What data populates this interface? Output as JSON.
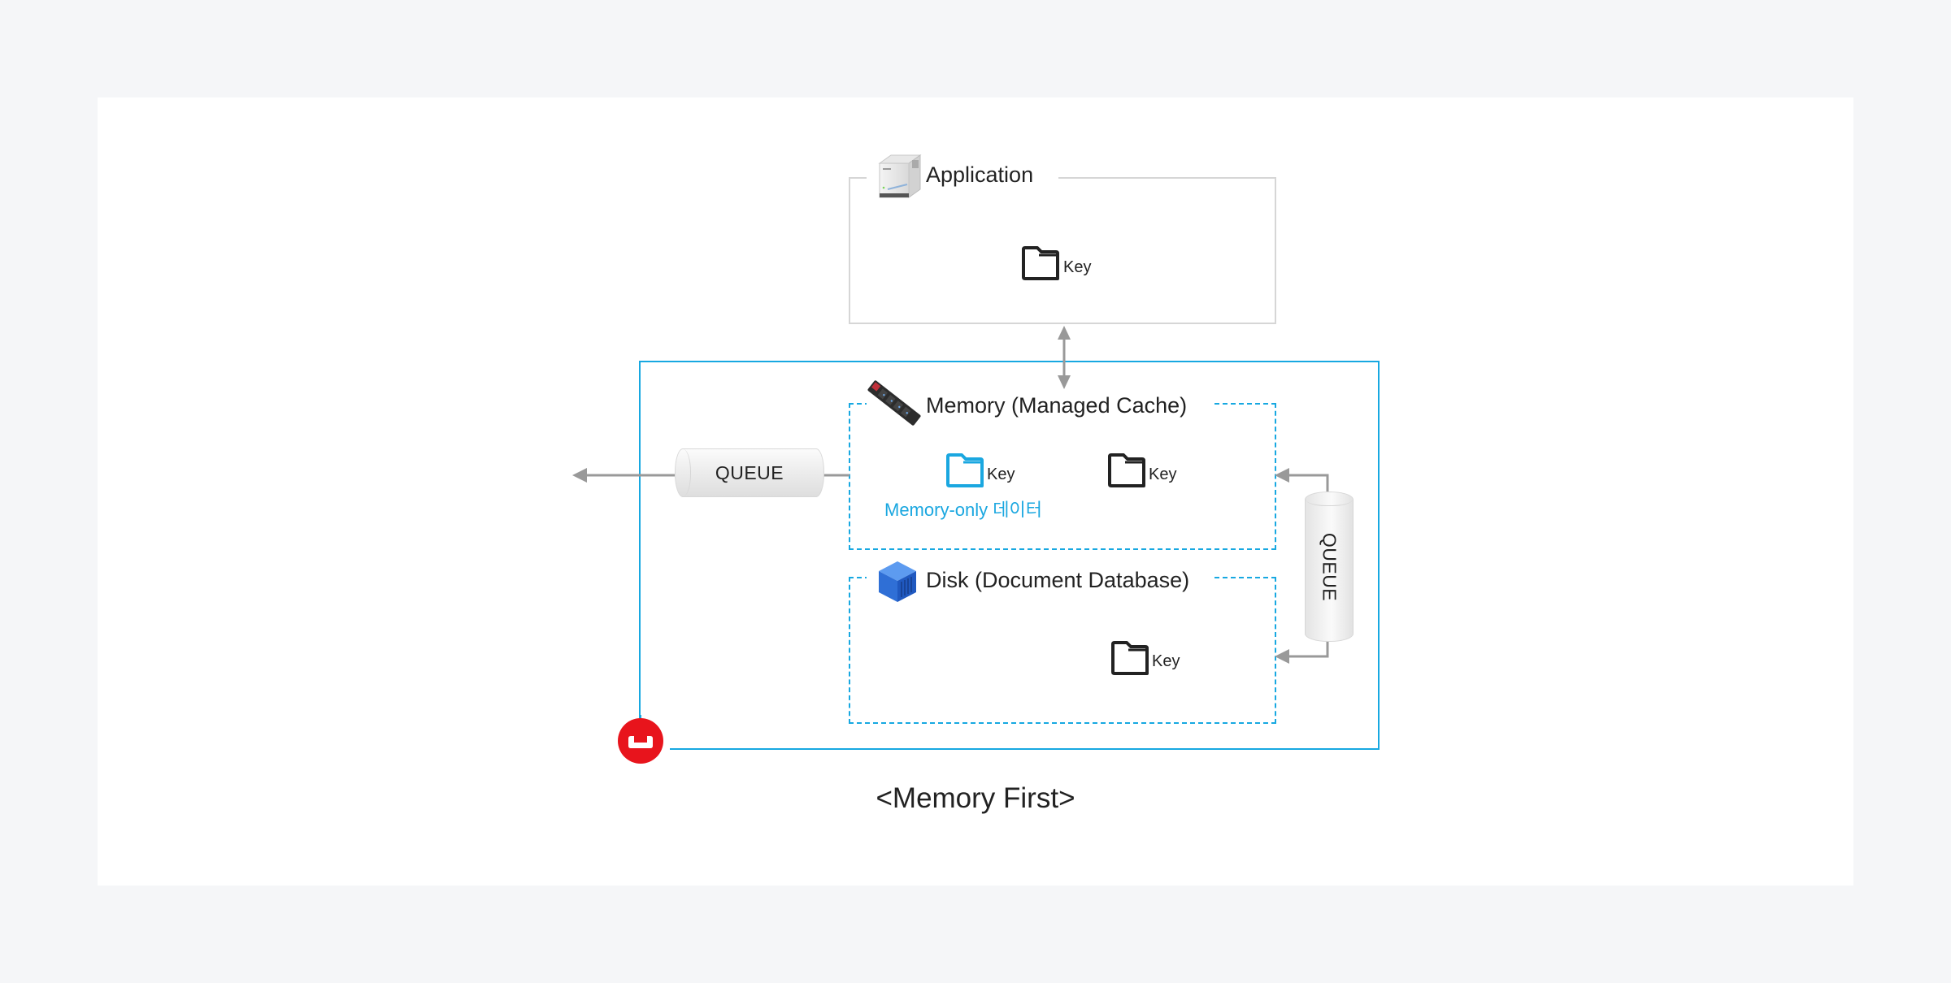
{
  "diagram": {
    "caption": "<Memory First>",
    "accent_color": "#17a8e1",
    "logo_color": "#e8141c",
    "application": {
      "title": "Application",
      "icon": "server-icon",
      "key_label": "Key"
    },
    "memory": {
      "title": "Memory (Managed Cache)",
      "icon": "memory-module-icon",
      "keys": [
        {
          "label": "Key",
          "style": "blue"
        },
        {
          "label": "Key",
          "style": "black"
        }
      ],
      "note": "Memory-only 데이터"
    },
    "disk": {
      "title": "Disk (Document Database)",
      "icon": "database-cube-icon",
      "key_label": "Key"
    },
    "queues": [
      {
        "label": "QUEUE",
        "orientation": "horizontal"
      },
      {
        "label": "QUEUE",
        "orientation": "vertical"
      }
    ],
    "logo": "couchbase-logo-icon"
  }
}
